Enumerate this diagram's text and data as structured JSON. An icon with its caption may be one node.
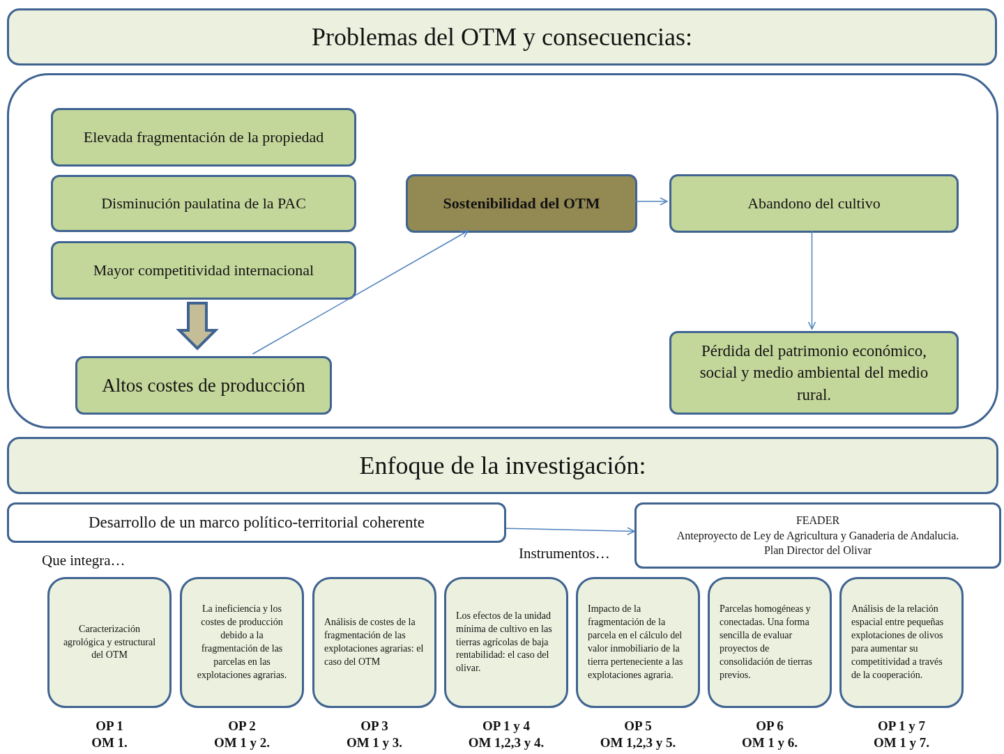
{
  "diagram": {
    "nodes": [
      {
        "text": [
          "Problemas del OTM y consecuencias:"
        ]
      },
      {
        "text": [],
        "shape": "box"
      },
      {
        "text": [
          "Elevada fragmentación de la propiedad"
        ],
        "in": 1
      },
      {
        "text": [
          "Disminución paulatina de la PAC"
        ],
        "in": 1
      },
      {
        "text": [
          "Mayor competitividad internacional"
        ],
        "in": 1
      },
      {
        "text": [
          "Altos costes de producción"
        ],
        "in": 1
      },
      {
        "text": [
          "Sostenibilidad del OTM"
        ],
        "in": 1
      },
      {
        "text": [
          "Abandono del cultivo"
        ],
        "in": 1
      },
      {
        "text": [
          "Pérdida del patrimonio económico, social y medio ambiental del medio rural."
        ],
        "in": 1
      },
      {
        "text": [
          "Enfoque de la investigación:"
        ]
      },
      {
        "text": [
          "Desarrollo de un marco político-territorial coherente"
        ]
      },
      {
        "text": [
          "FEADER",
          "Anteproyecto de Ley de Agricultura y Ganaderia de Andalucia.",
          "Plan Director del Olivar"
        ]
      },
      {
        "text": [
          "Caracterización agrológica y estructural del OTM"
        ],
        "beside": [
          "OP 1",
          "OM 1."
        ]
      },
      {
        "text": [
          "La ineficiencia y los costes de producción debido a la fragmentación de las parcelas en las explotaciones agrarias."
        ],
        "beside": [
          "OP 2",
          "OM 1 y 2."
        ]
      },
      {
        "text": [
          "Análisis de costes de la fragmentación de las explotaciones agrarias: el caso del OTM"
        ],
        "beside": [
          "OP 3",
          "OM 1 y 3."
        ]
      },
      {
        "text": [
          "Los efectos de la unidad mínima de cultivo en las tierras agrícolas de baja rentabilidad: el caso del olivar."
        ],
        "beside": [
          "OP 1 y 4",
          "OM 1,2,3 y 4."
        ]
      },
      {
        "text": [
          "Impacto de la fragmentación de la parcela en el cálculo del valor inmobiliario de la tierra perteneciente a las explotaciones agraria."
        ],
        "beside": [
          "OP 5",
          "OM 1,2,3 y 5."
        ]
      },
      {
        "text": [
          "Parcelas homogéneas y conectadas. Una forma sencilla de evaluar proyectos de consolidación de tierras previos."
        ],
        "beside": [
          "OP 6",
          "OM 1 y 6."
        ]
      },
      {
        "text": [
          "Análisis de la relación espacial entre pequeñas explotaciones de olivos para aumentar su competitividad a través de la cooperación."
        ],
        "beside": [
          "OP 1 y 7",
          "OM 1 y 7."
        ]
      }
    ],
    "edges": [
      {
        "from": 4,
        "to": 5,
        "arrow": "to",
        "style": "thick"
      },
      {
        "from": 5,
        "to": 6,
        "arrow": "to"
      },
      {
        "from": 6,
        "to": 7,
        "arrow": "to"
      },
      {
        "from": 7,
        "to": 8,
        "arrow": "to"
      },
      {
        "from": 10,
        "to": 11,
        "arrow": "to"
      }
    ],
    "labels": [
      "Que integra…",
      "Instrumentos…"
    ]
  }
}
